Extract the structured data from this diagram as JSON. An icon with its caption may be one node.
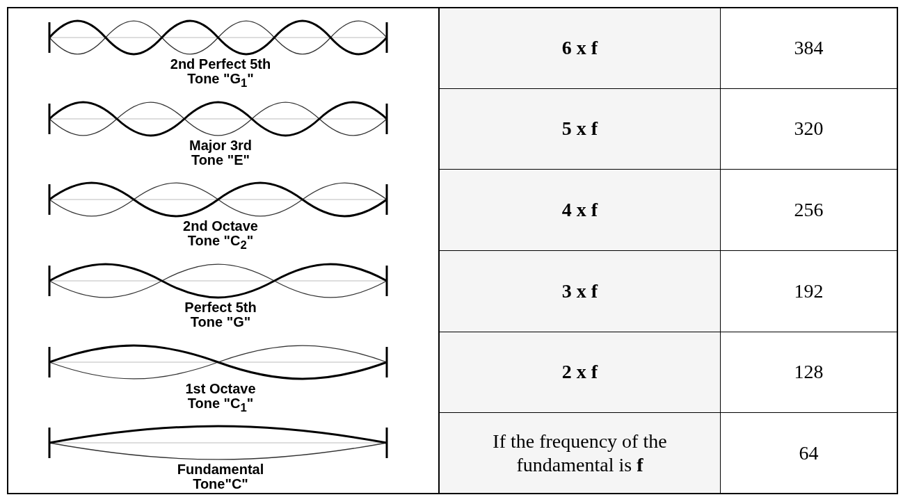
{
  "diagram": {
    "labels": [
      "2nd Perfect 5th",
      "Tone \"G$_{1}$\"",
      "6 x f",
      "384",
      "Major 3rd",
      "Tone \"E\"",
      "5 x f",
      "320",
      "2nd Octave",
      "Tone \"C$_{2}$\"",
      "4 x f",
      "256",
      "Perfect 5th",
      "Tone \"G\"",
      "3 x f",
      "192",
      "1st Octave",
      "Tone \"C$_{1}$\"",
      "2 x f",
      "128",
      "Fundamental",
      "Tone\"C\"",
      "If the frequency of the fundamental is **f**",
      "64"
    ]
  }
}
